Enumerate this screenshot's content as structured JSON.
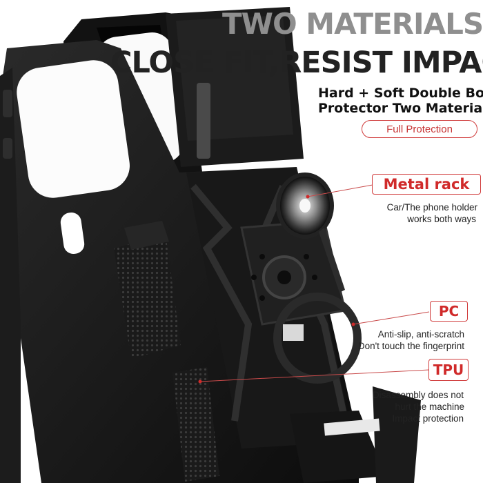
{
  "headline": {
    "line1": "TWO MATERIALS,",
    "line2": "CLOSE FIT,RESIST IMPACT"
  },
  "subtitle": {
    "line1": "Hard + Soft Double Body",
    "line2": "Protector Two Materials"
  },
  "badge": "Full Protection",
  "features": {
    "metal_rack": {
      "label": "Metal rack",
      "desc1": "Car/The phone holder",
      "desc2": "works both ways"
    },
    "pc": {
      "label": "PC",
      "desc1": "Anti-slip, anti-scratch",
      "desc2": "Don't touch the fingerprint"
    },
    "tpu": {
      "label": "TPU",
      "desc1": "Disassembly does not",
      "desc2": "hurt the machine",
      "desc3": "Impact protection"
    }
  },
  "colors": {
    "accent_red": "#d02a2a",
    "case_black": "#141414",
    "headline_grey": "#8f8f8f"
  },
  "icons": [
    "ring-holder-icon",
    "callout-dot-icon"
  ]
}
